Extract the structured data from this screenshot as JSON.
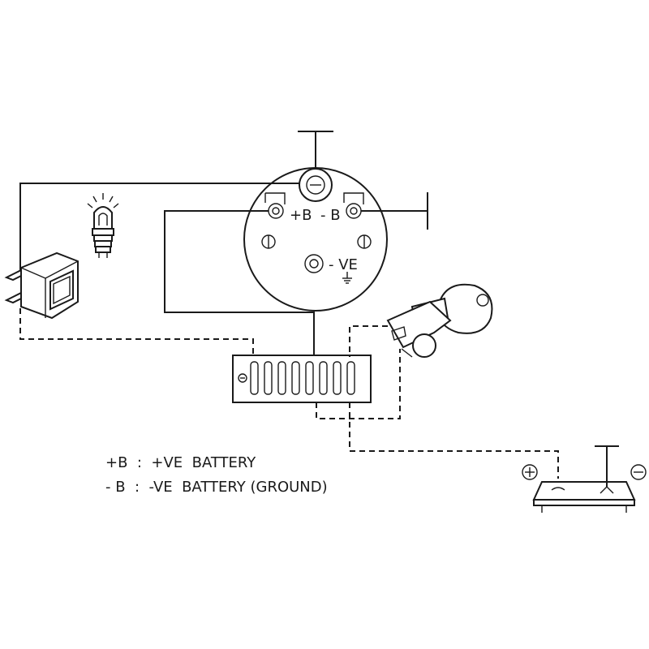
{
  "gauge": {
    "terminal_pos": "+B",
    "terminal_neg": "- B",
    "terminal_ground": "- VE"
  },
  "legend": {
    "line1": "+B  :  +VE  BATTERY",
    "line2": "- B  :  -VE  BATTERY (GROUND)"
  },
  "colors": {
    "line": "#1a1a1a",
    "background": "#ffffff"
  }
}
